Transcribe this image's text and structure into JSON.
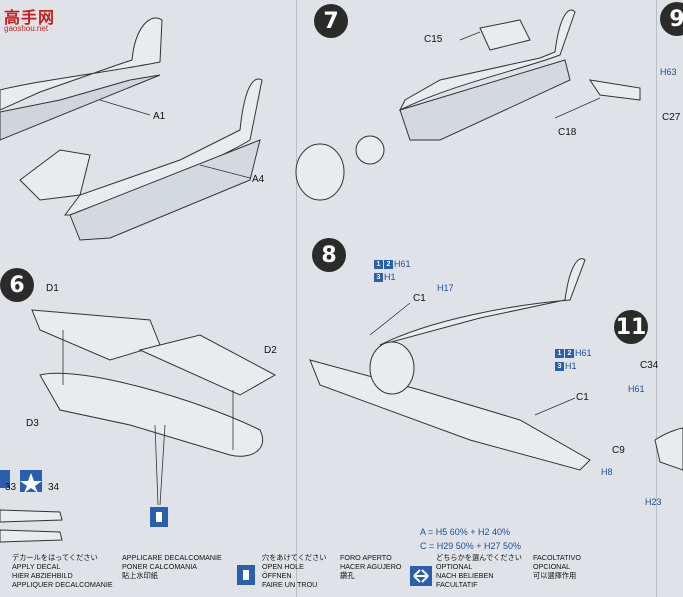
{
  "logo": {
    "cn": "高手网",
    "url": "gaoshou.net"
  },
  "steps": [
    {
      "id": "step6",
      "number": "6"
    },
    {
      "id": "step7",
      "number": "7"
    },
    {
      "id": "step8",
      "number": "8"
    },
    {
      "id": "step9",
      "number": "9"
    },
    {
      "id": "step11",
      "number": "11"
    }
  ],
  "parts": {
    "a1": "A1",
    "a4": "A4",
    "c15": "C15",
    "c18": "C18",
    "c27": "C27",
    "d1": "D1",
    "d2": "D2",
    "d3": "D3",
    "c1a": "C1",
    "c1b": "C1",
    "c34": "C34",
    "c9": "C9",
    "decal33": "33",
    "decal34": "34"
  },
  "paint_refs": {
    "s8_top1": "H61",
    "s8_top2": "H1",
    "s8_h17": "H17",
    "s8_right1": "H61",
    "s8_right2": "H1",
    "s9_h63": "H63",
    "s11_h61": "H61",
    "s11_h8": "H8",
    "s11_h23": "H23"
  },
  "mixes": {
    "a": "A = H5 60% + H2 40%",
    "c": "C = H29 50% + H27 50%"
  },
  "legend": {
    "decal": [
      "デカールをはってください",
      "APPLY DECAL",
      "HIER ABZIEHBILD",
      "APPLIQUER DECALCOMANIE"
    ],
    "decal2": [
      "APPLICARE DECALCOMANIE",
      "PONER CALCOMANIA",
      "貼上水印紙"
    ],
    "hole": [
      "穴をあけてください",
      "OPEN HOLE",
      "ÖFFNEN",
      "FAIRE UN TROU"
    ],
    "hole2": [
      "FORO APERTO",
      "HACER AGUJERO",
      "鑽孔"
    ],
    "optional": [
      "どちらかを選んでください",
      "OPTIONAL",
      "NACH BELIEBEN",
      "FACULTATIF"
    ],
    "optional2": [
      "FACOLTATIVO",
      "OPCIONAL",
      "可以選擇作用"
    ]
  },
  "colors": {
    "accent": "#2a5fb0",
    "ink": "#1a1a1a",
    "paper": "#dfe3e7"
  }
}
